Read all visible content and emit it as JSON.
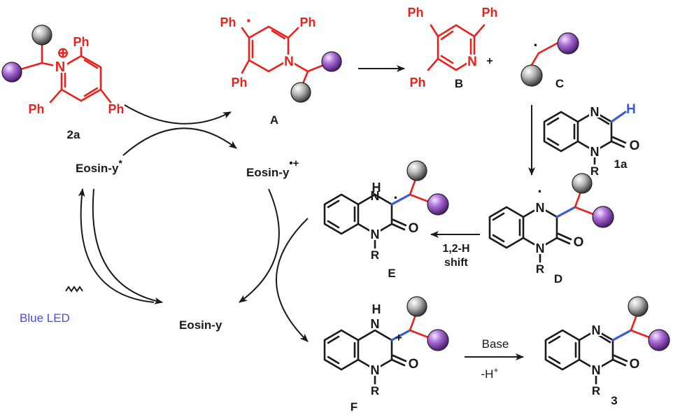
{
  "labels": {
    "cmpd_2a": "2a",
    "cmpd_A": "A",
    "cmpd_B": "B",
    "cmpd_C": "C",
    "cmpd_1a": "1a",
    "cmpd_D": "D",
    "cmpd_E": "E",
    "cmpd_F": "F",
    "cmpd_3": "3"
  },
  "atoms": {
    "ph": "Ph",
    "n": "N",
    "h": "H",
    "o": "O",
    "r": "R",
    "plus": "+",
    "oplus": "⊕",
    "radical": "·"
  },
  "eosin": {
    "excited": "Eosin-y",
    "excited_mark": "*",
    "radical_cation": "Eosin-y",
    "radical_cation_mark": "•+",
    "ground": "Eosin-y"
  },
  "conditions": {
    "light": "Blue LED",
    "shift_line1": "1,2-H",
    "shift_line2": "shift",
    "base": "Base",
    "minus_h": "-H",
    "minus_h_sup": "+"
  },
  "colors": {
    "pyridine": "#e8221b",
    "new_bond": "#3a5bd9",
    "light_label": "#4b4bdc",
    "grey_sphere": "#9a9a9a",
    "purple_sphere": "#9b59c9"
  }
}
